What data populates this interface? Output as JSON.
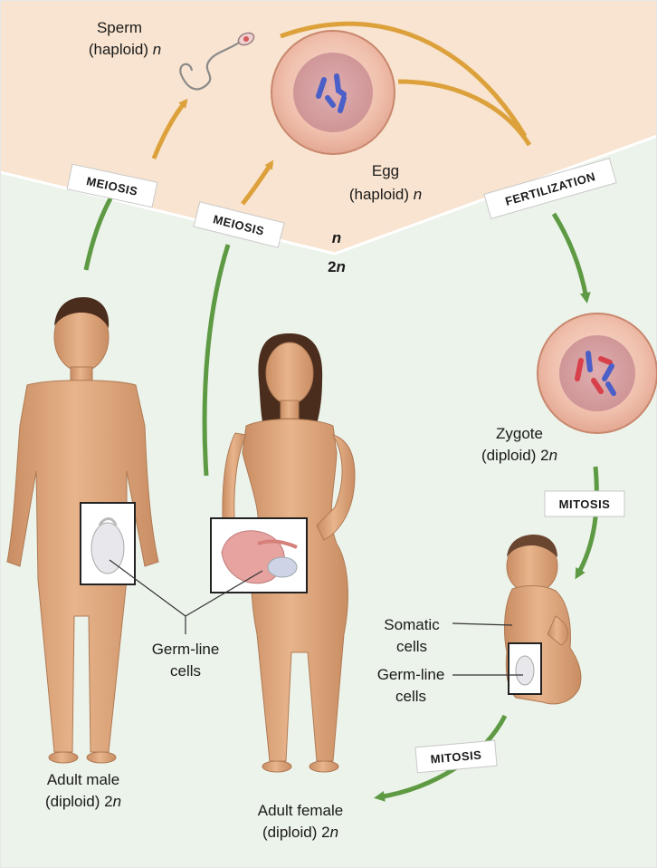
{
  "labels": {
    "sperm_line1": "Sperm",
    "sperm_line2_text": "(haploid) ",
    "sperm_line2_var": "n",
    "egg_line1": "Egg",
    "egg_line2_text": "(haploid) ",
    "egg_line2_var": "n",
    "zygote_line1": "Zygote",
    "zygote_line2_text": "(diploid) 2",
    "zygote_line2_var": "n",
    "haploid_region": "n",
    "diploid_region_num": "2",
    "diploid_region_var": "n",
    "male_line1": "Adult male",
    "male_line2_text": "(diploid) 2",
    "male_line2_var": "n",
    "female_line1": "Adult female",
    "female_line2_text": "(diploid) 2",
    "female_line2_var": "n",
    "germline_line1": "Germ-line",
    "germline_line2": "cells",
    "baby_somatic_line1": "Somatic",
    "baby_somatic_line2": "cells",
    "baby_germline_line1": "Germ-line",
    "baby_germline_line2": "cells"
  },
  "tags": {
    "meiosis_left": "MEIOSIS",
    "meiosis_middle": "MEIOSIS",
    "fertilization": "FERTILIZATION",
    "mitosis_right": "MITOSIS",
    "mitosis_bottom": "MITOSIS"
  },
  "colors": {
    "haploid_bg": "#f8e4d0",
    "diploid_bg": "#ecf3ea",
    "haploid_arrow": "#dda13c",
    "diploid_arrow": "#5e9a44",
    "skin": "#dfa77d",
    "cell": "#f2c8b8",
    "chromosome_blue": "#4a5fc7",
    "chromosome_red": "#d7404a"
  }
}
